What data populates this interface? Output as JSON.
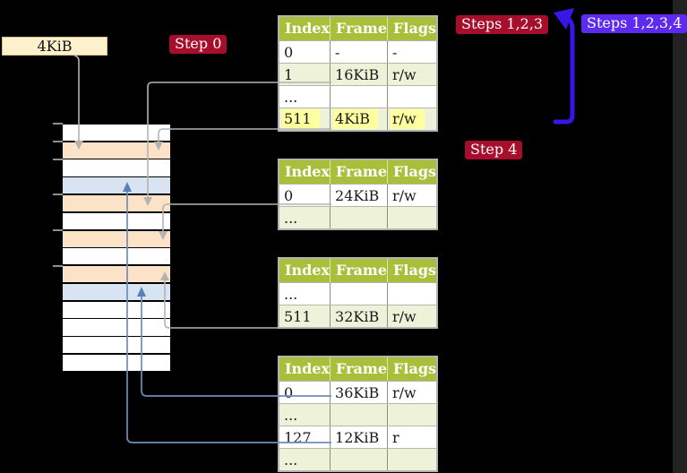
{
  "colors": {
    "background": "#000000",
    "badge_red": "#a60e2b",
    "badge_purple": "#5d2af0",
    "arrow_blue": "#3a15e8",
    "line_gray": "#b3b3b3",
    "line_steel": "#6c8ebf",
    "arrowhead_steel": "#5b80b8",
    "table_header_green": "#a8bf3a",
    "table_row_green": "#edf2d8",
    "highlight_yellow": "#feff9e",
    "memory_frame_peach": "#fce3c7",
    "memory_frame_blue": "#d9e4f3",
    "memory_frame_white": "#ffffff",
    "frame_label_cream": "#fcf0cd"
  },
  "labels": {
    "frame_size": "4KiB",
    "step0": "Step 0",
    "steps123": "Steps 1,2,3",
    "steps1234": "Steps 1,2,3,4",
    "step4": "Step 4"
  },
  "page_tables": [
    {
      "headers": [
        "Index",
        "Frame",
        "Flags"
      ],
      "rows": [
        {
          "cells": [
            "0",
            "-",
            "-"
          ],
          "shaded": false,
          "highlighted": false
        },
        {
          "cells": [
            "1",
            "16KiB",
            "r/w"
          ],
          "shaded": true,
          "highlighted": false
        },
        {
          "cells": [
            "...",
            "",
            ""
          ],
          "shaded": false,
          "highlighted": false
        },
        {
          "cells": [
            "511",
            "4KiB",
            "r/w"
          ],
          "shaded": true,
          "highlighted": true
        }
      ]
    },
    {
      "headers": [
        "Index",
        "Frame",
        "Flags"
      ],
      "rows": [
        {
          "cells": [
            "0",
            "24KiB",
            "r/w"
          ],
          "shaded": false,
          "highlighted": false
        },
        {
          "cells": [
            "...",
            "",
            ""
          ],
          "shaded": true,
          "highlighted": false
        }
      ]
    },
    {
      "headers": [
        "Index",
        "Frame",
        "Flags"
      ],
      "rows": [
        {
          "cells": [
            "...",
            "",
            ""
          ],
          "shaded": false,
          "highlighted": false
        },
        {
          "cells": [
            "511",
            "32KiB",
            "r/w"
          ],
          "shaded": true,
          "highlighted": false
        }
      ]
    },
    {
      "headers": [
        "Index",
        "Frame",
        "Flags"
      ],
      "rows": [
        {
          "cells": [
            "0",
            "36KiB",
            "r/w"
          ],
          "shaded": false,
          "highlighted": false
        },
        {
          "cells": [
            "...",
            "",
            ""
          ],
          "shaded": true,
          "highlighted": false
        },
        {
          "cells": [
            "127",
            "12KiB",
            "r"
          ],
          "shaded": false,
          "highlighted": false
        },
        {
          "cells": [
            "...",
            "",
            ""
          ],
          "shaded": true,
          "highlighted": false
        }
      ]
    }
  ],
  "physical_memory": {
    "rows": [
      "white",
      "peach",
      "white",
      "blue",
      "peach",
      "white",
      "peach",
      "white",
      "peach",
      "blue",
      "white",
      "white",
      "white",
      "white"
    ]
  }
}
